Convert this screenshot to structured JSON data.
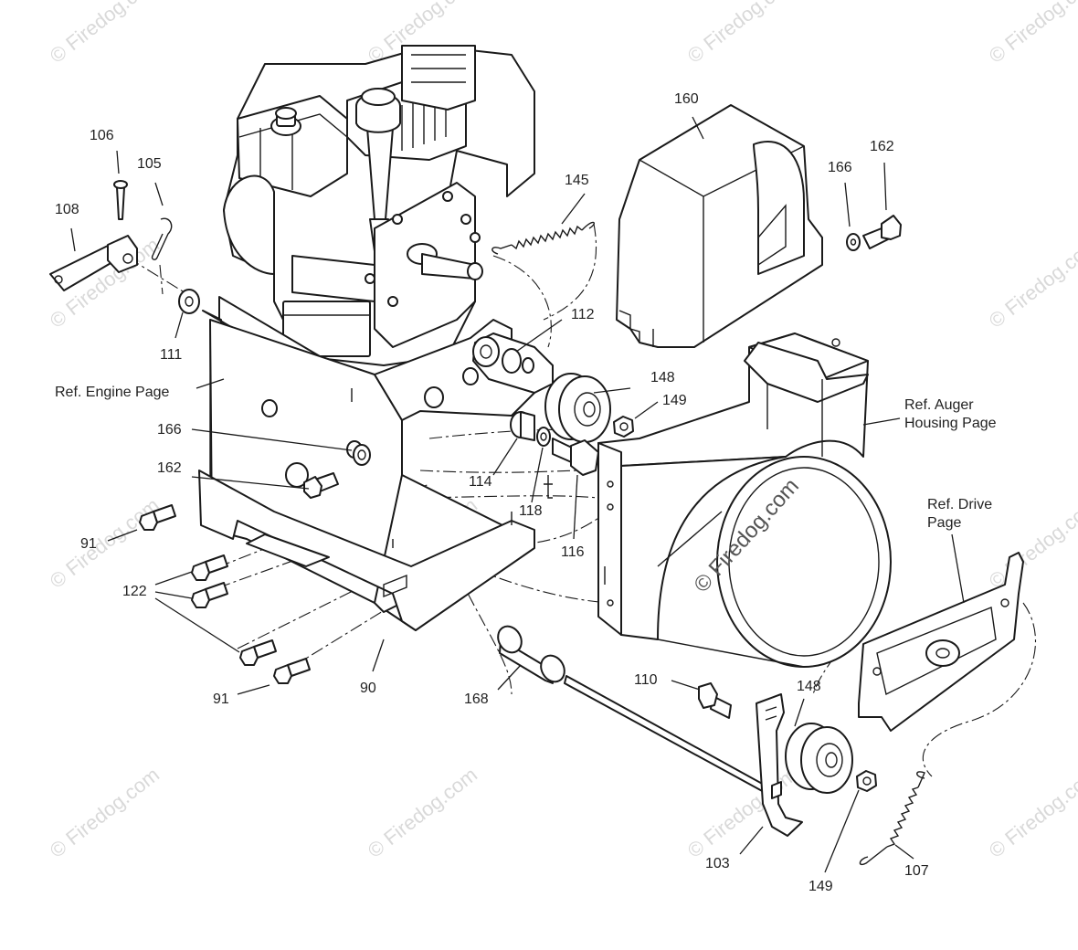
{
  "watermark": {
    "text": "© Firedog.com",
    "center_text": "© Firedog.com"
  },
  "references": {
    "engine": "Ref. Engine Page",
    "auger_line1": "Ref. Auger",
    "auger_line2": "Housing Page",
    "drive_line1": "Ref. Drive",
    "drive_line2": "Page"
  },
  "parts": {
    "p106": "106",
    "p105": "105",
    "p108": "108",
    "p111": "111",
    "p145": "145",
    "p160": "160",
    "p166a": "166",
    "p162a": "162",
    "p112": "112",
    "p148a": "148",
    "p149a": "149",
    "p166b": "166",
    "p162b": "162",
    "p91a": "91",
    "p122": "122",
    "p91b": "91",
    "p90": "90",
    "p114": "114",
    "p118": "118",
    "p116": "116",
    "p168": "168",
    "p110": "110",
    "p148b": "148",
    "p103": "103",
    "p149b": "149",
    "p107": "107"
  },
  "colors": {
    "line": "#1a1a1a",
    "watermark": "#d9d9d9"
  }
}
